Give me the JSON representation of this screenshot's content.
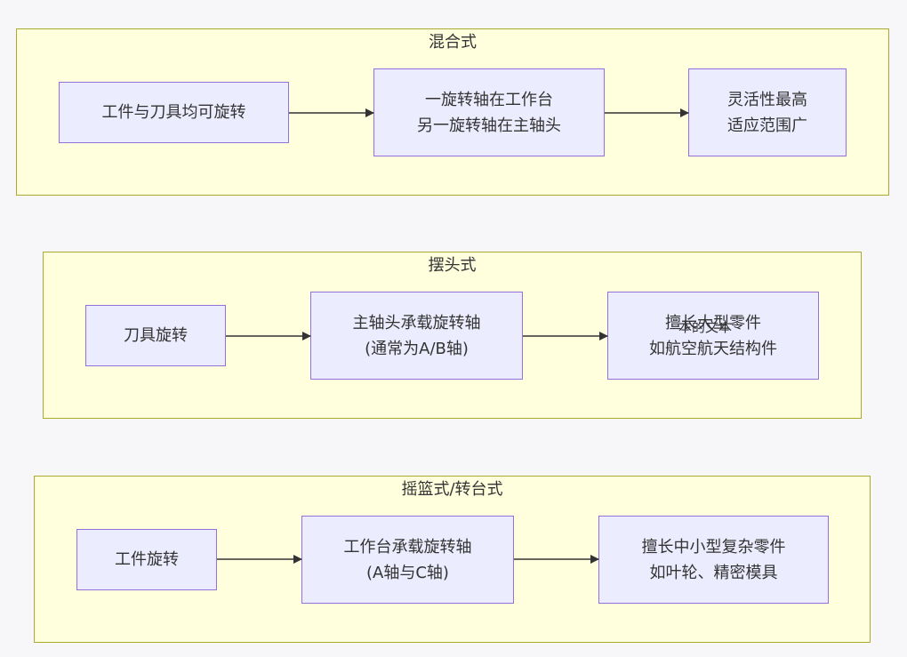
{
  "groups": {
    "hybrid": {
      "title": "混合式",
      "nodes": [
        {
          "lines": [
            "工件与刀具均可旋转"
          ]
        },
        {
          "lines": [
            "一旋转轴在工作台",
            "另一旋转轴在主轴头"
          ]
        },
        {
          "lines": [
            "灵活性最高",
            "适应范围广"
          ]
        }
      ]
    },
    "swing_head": {
      "title": "摆头式",
      "nodes": [
        {
          "lines": [
            "刀具旋转"
          ]
        },
        {
          "lines": [
            "主轴头承载旋转轴",
            "(通常为A/B轴)"
          ]
        },
        {
          "lines": [
            "擅长大型零件",
            "如航空航天结构件"
          ]
        }
      ],
      "edge_label": "本的文本"
    },
    "cradle": {
      "title": "摇篮式/转台式",
      "nodes": [
        {
          "lines": [
            "工件旋转"
          ]
        },
        {
          "lines": [
            "工作台承载旋转轴",
            "(A轴与C轴)"
          ]
        },
        {
          "lines": [
            "擅长中小型复杂零件",
            "如叶轮、精密模具"
          ]
        }
      ]
    }
  },
  "colors": {
    "group_fill": "#ffffde",
    "group_border": "#aaaa33",
    "node_fill": "#ececff",
    "node_border": "#9370db",
    "edge": "#333333"
  }
}
